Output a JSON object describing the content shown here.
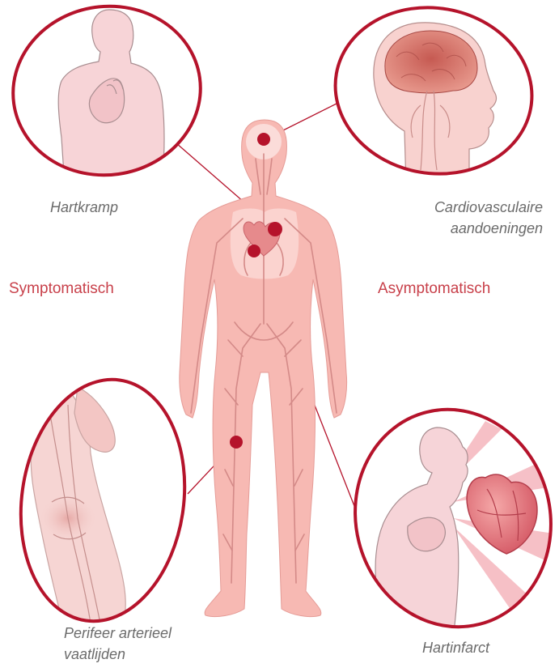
{
  "labels": {
    "angina": "Hartkramp",
    "cardiovascular": [
      "Cardiovasculaire",
      "aandoeningen"
    ],
    "symptomatic": "Symptomatisch",
    "asymptomatic": "Asymptomatisch",
    "pad": [
      "Perifeer arterieel",
      "vaatlijden"
    ],
    "infarction": "Hartinfarct"
  },
  "colors": {
    "skin": "#f7b9b3",
    "skin_light": "#fbdcd9",
    "vessel": "#d48a88",
    "accent": "#b5132b",
    "text": "#6b6b6b",
    "label_red": "#c8404a"
  }
}
